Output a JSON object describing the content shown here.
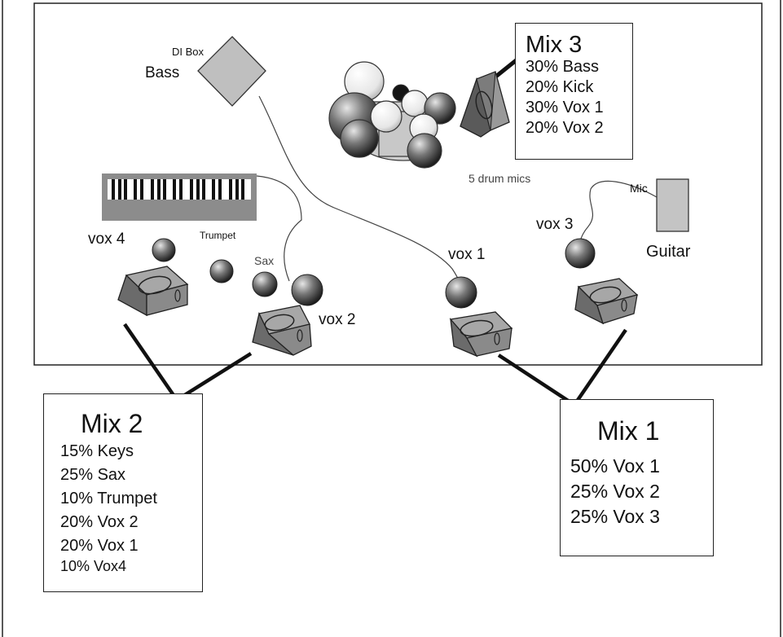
{
  "labels": {
    "di_box": "DI Box",
    "bass": "Bass",
    "drum_mics": "5 drum mics",
    "mic": "Mic",
    "vox3": "vox 3",
    "guitar": "Guitar",
    "vox4": "vox 4",
    "trumpet": "Trumpet",
    "sax": "Sax",
    "vox1": "vox 1",
    "vox2": "vox 2"
  },
  "mix3": {
    "title": "Mix 3",
    "lines": [
      "30% Bass",
      "20% Kick",
      "30% Vox 1",
      "20% Vox 2"
    ]
  },
  "mix2": {
    "title": "Mix 2",
    "lines": [
      "15% Keys",
      "25% Sax",
      "10% Trumpet",
      "20% Vox 2",
      "20% Vox 1",
      "10% Vox4"
    ]
  },
  "mix1": {
    "title": "Mix 1",
    "lines": [
      "50% Vox 1",
      "25% Vox 2",
      "25% Vox 3"
    ]
  }
}
